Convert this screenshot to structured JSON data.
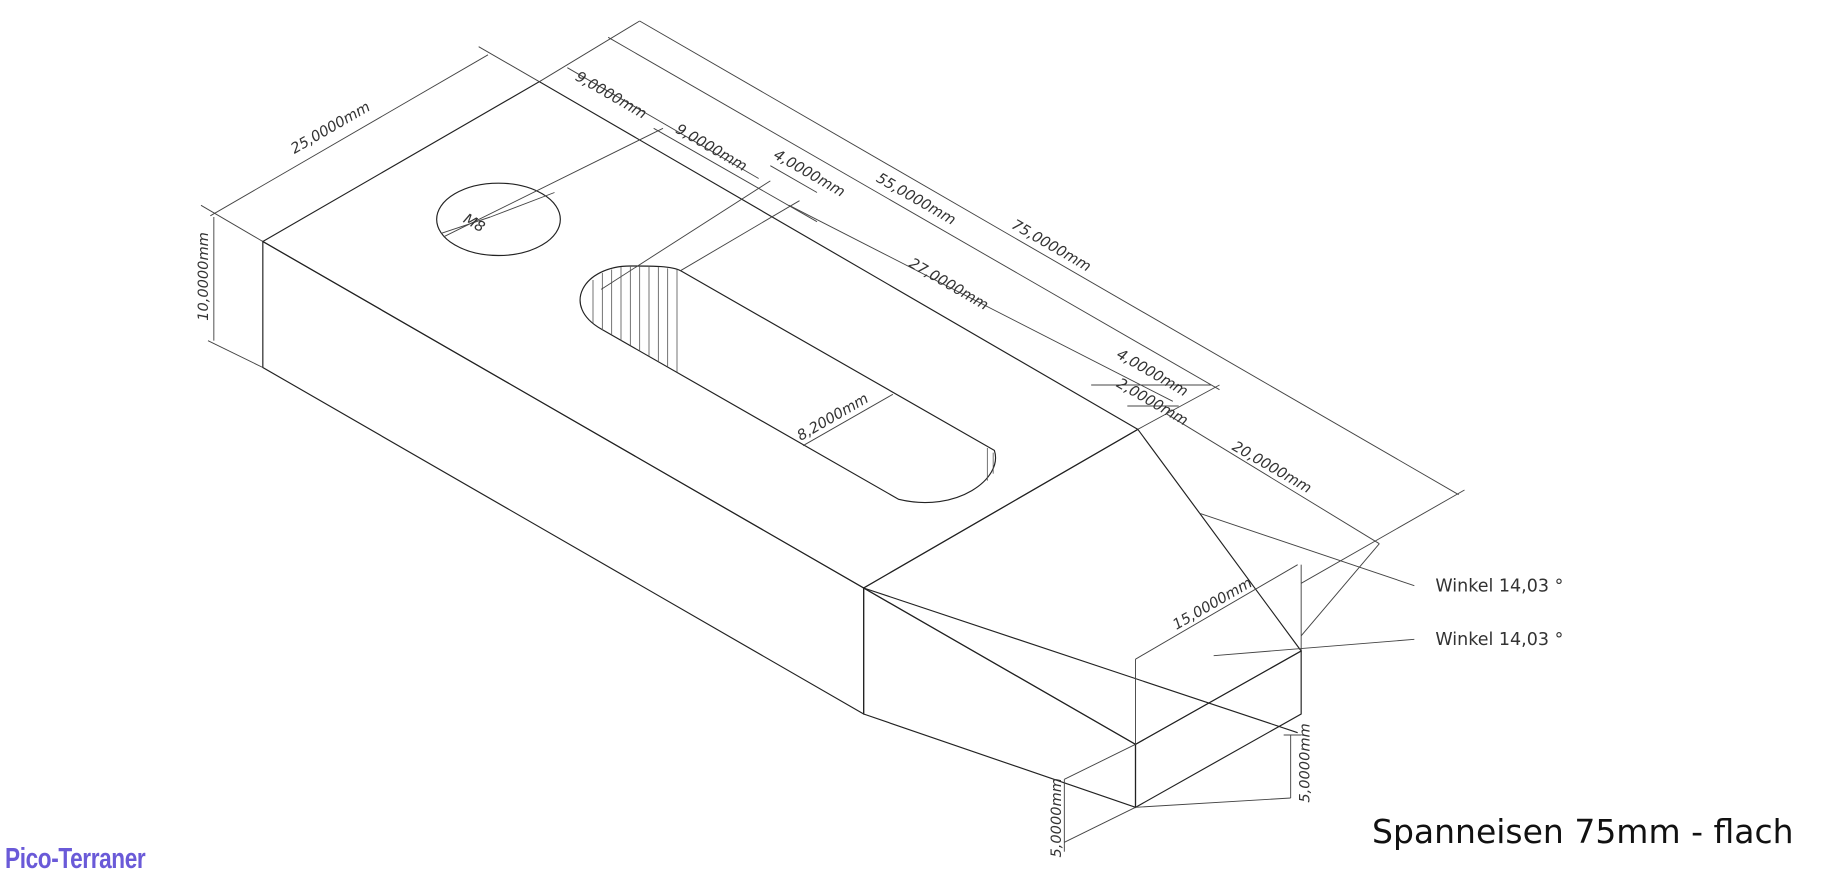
{
  "title": "Spanneisen 75mm - flach",
  "logo": "Pico-Terraner",
  "colors": {
    "top_face": "#dcdcdc",
    "front_face": "#e6e6e6",
    "chamfer_face": "#f3f3f3",
    "end_face": "#dadada",
    "logo": "#6a5ad8"
  },
  "dimensions": {
    "width_25": "25,0000mm",
    "height_10": "10,0000mm",
    "hole_offset_a": "9,0000mm",
    "hole_offset_b": "9,0000mm",
    "slot_offset_start": "4,0000mm",
    "length_55": "55,0000mm",
    "length_75": "75,0000mm",
    "slot_length": "27,0000mm",
    "slot_offset_end": "4,0000mm",
    "offset_2": "2,0000mm",
    "slot_width": "8,2000mm",
    "thread": "M8",
    "length_20": "20,0000mm",
    "tip_width": "15,0000mm",
    "tip_height_right": "5,0000mm",
    "tip_height_left": "5,0000mm"
  },
  "callouts": [
    "Winkel 14,03 °",
    "Winkel 14,03 °"
  ]
}
